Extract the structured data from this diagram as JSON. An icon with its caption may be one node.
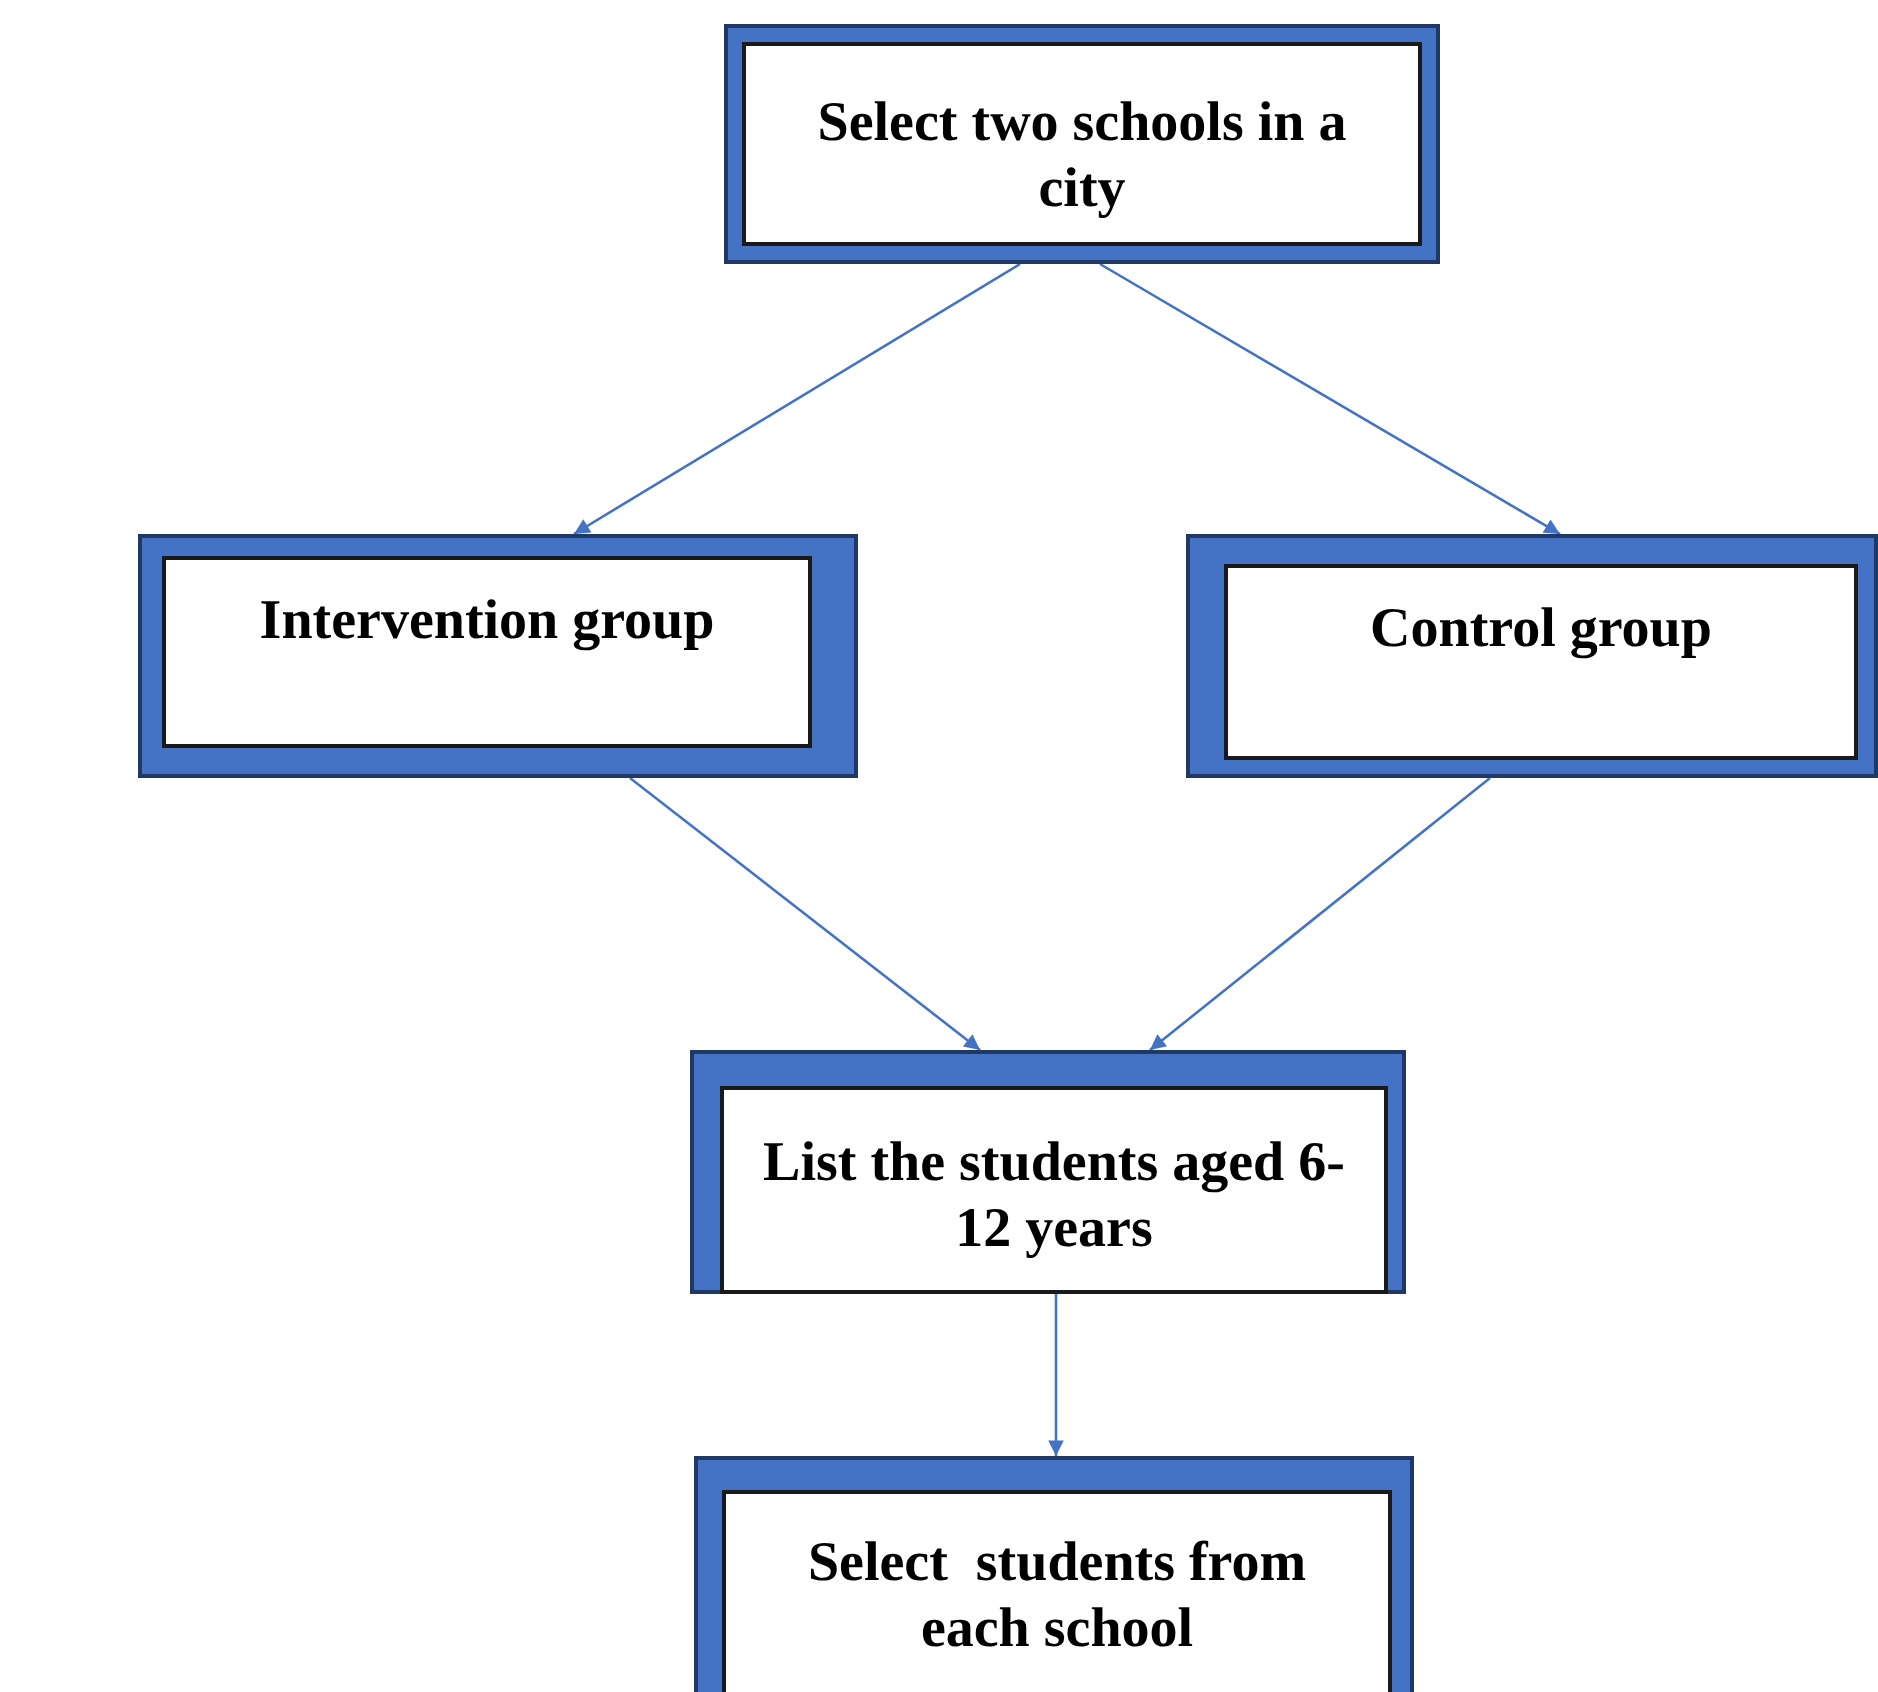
{
  "diagram": {
    "nodes": [
      {
        "text": [
          "Select two schools in a city"
        ]
      },
      {
        "text": [
          "Intervention group"
        ]
      },
      {
        "text": [
          "Control group"
        ]
      },
      {
        "text": [
          "List the students aged 6-12 years"
        ]
      },
      {
        "text": [
          "Select  students from each school"
        ]
      }
    ],
    "edges": [
      {
        "from": 0,
        "to": 1,
        "arrow": "to"
      },
      {
        "from": 0,
        "to": 2,
        "arrow": "to"
      },
      {
        "from": 1,
        "to": 3,
        "arrow": "to"
      },
      {
        "from": 2,
        "to": 3,
        "arrow": "to"
      },
      {
        "from": 3,
        "to": 4,
        "arrow": "to"
      }
    ]
  }
}
